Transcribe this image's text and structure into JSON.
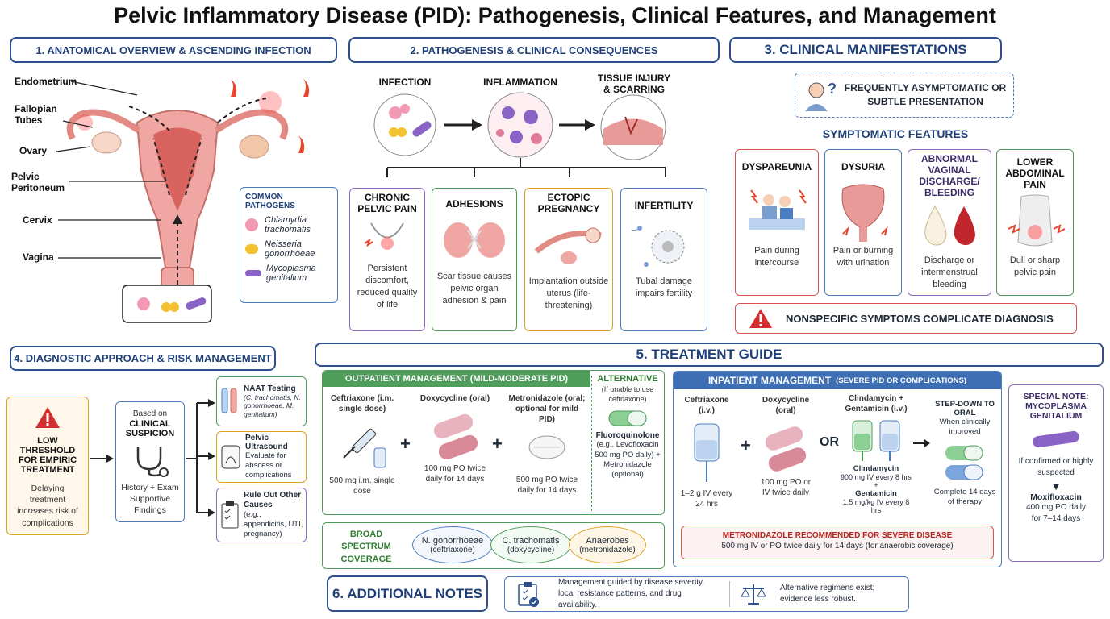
{
  "title": "Pelvic Inflammatory Disease (PID): Pathogenesis, Clinical Features, and Management",
  "s1": {
    "heading": "1. ANATOMICAL OVERVIEW & ASCENDING INFECTION",
    "labels": [
      "Endometrium",
      "Fallopian Tubes",
      "Ovary",
      "Pelvic Peritoneum",
      "Cervix",
      "Vagina"
    ],
    "pathogens_title": "COMMON PATHOGENS",
    "pathogens": [
      "Chlamydia trachomatis",
      "Neisseria gonorrhoeae",
      "Mycoplasma genitalium"
    ]
  },
  "s2": {
    "heading": "2. PATHOGENESIS & CLINICAL CONSEQUENCES",
    "stages": [
      "INFECTION",
      "INFLAMMATION",
      "TISSUE INJURY & SCARRING"
    ],
    "cards": [
      {
        "title": "CHRONIC PELVIC PAIN",
        "text": "Persistent discomfort, reduced quality of life",
        "color": "#8e6bbf"
      },
      {
        "title": "ADHESIONS",
        "text": "Scar tissue causes pelvic organ adhesion & pain",
        "color": "#4f9d5a"
      },
      {
        "title": "ECTOPIC PREGNANCY",
        "text": "Implantation outside uterus (life-threatening)",
        "color": "#e0a020"
      },
      {
        "title": "INFERTILITY",
        "text": "Tubal damage impairs fertility",
        "color": "#4a7cc2"
      }
    ]
  },
  "s3": {
    "heading": "3. CLINICAL MANIFESTATIONS",
    "asym": "FREQUENTLY ASYMPTOMATIC OR SUBTLE PRESENTATION",
    "symptomatic_title": "SYMPTOMATIC FEATURES",
    "cards": [
      {
        "title": "DYSPAREUNIA",
        "text": "Pain during intercourse",
        "color": "#d9534f"
      },
      {
        "title": "DYSURIA",
        "text": "Pain or burning with urination",
        "color": "#4a7cc2"
      },
      {
        "title": "ABNORMAL VAGINAL DISCHARGE/ BLEEDING",
        "text": "Discharge or intermenstrual bleeding",
        "color": "#8e6bbf"
      },
      {
        "title": "LOWER ABDOMINAL PAIN",
        "text": "Dull or sharp pelvic pain",
        "color": "#4f9d5a"
      }
    ],
    "warning": "NONSPECIFIC SYMPTOMS COMPLICATE DIAGNOSIS"
  },
  "s4": {
    "heading": "4. DIAGNOSTIC APPROACH & RISK MANAGEMENT",
    "threshold_title": "LOW THRESHOLD FOR EMPIRIC TREATMENT",
    "threshold_text": "Delaying treatment increases risk of complications",
    "suspicion_pre": "Based on",
    "suspicion_title": "CLINICAL SUSPICION",
    "suspicion_text": "History + Exam Supportive Findings",
    "naat_title": "NAAT Testing",
    "naat_text": "(C. trachomatis, N. gonorrhoeae, M. genitalium)",
    "us_title": "Pelvic Ultrasound",
    "us_text": "Evaluate for abscess or complications",
    "ro_title": "Rule Out Other Causes",
    "ro_text": "(e.g., appendicitis, UTI, pregnancy)"
  },
  "s5": {
    "heading": "5. TREATMENT GUIDE",
    "outpatient_title": "OUTPATIENT MANAGEMENT (MILD-MODERATE PID)",
    "out_drugs": [
      {
        "name": "Ceftriaxone (i.m. single dose)",
        "dose": "500 mg i.m. single dose"
      },
      {
        "name": "Doxycycline (oral)",
        "dose": "100 mg PO twice daily for 14 days"
      },
      {
        "name": "Metronidazole (oral; optional for mild PID)",
        "dose": "500 mg PO twice daily for 14 days"
      }
    ],
    "alt_title": "ALTERNATIVE",
    "alt_sub": "(If unable to use ceftriaxone)",
    "alt_drug": "Fluoroquinolone",
    "alt_text": "(e.g., Levofloxacin 500 mg PO daily) + Metronidazole (optional)",
    "coverage_title": "BROAD SPECTRUM COVERAGE",
    "coverage": [
      {
        "org": "N. gonorrhoeae",
        "drug": "(ceftriaxone)"
      },
      {
        "org": "C. trachomatis",
        "drug": "(doxycycline)"
      },
      {
        "org": "Anaerobes",
        "drug": "(metronidazole)"
      }
    ],
    "inpatient_title": "INPATIENT MANAGEMENT",
    "inpatient_sub": "(SEVERE PID OR COMPLICATIONS)",
    "in_drugs": [
      {
        "name": "Ceftriaxone (i.v.)",
        "dose": "1–2 g IV every 24 hrs"
      },
      {
        "name": "Doxycycline (oral)",
        "dose": "100 mg PO or IV twice daily"
      }
    ],
    "or": "OR",
    "clinda_title": "Clindamycin + Gentamicin (i.v.)",
    "clinda_dose": "Clindamycin",
    "clinda_dose_text": "900 mg IV every 8 hrs",
    "plus": "+",
    "genta_dose": "Gentamicin",
    "genta_dose_text": "1.5 mg/kg IV every 8 hrs",
    "stepdown_title": "STEP-DOWN TO ORAL",
    "stepdown_sub": "When clinically improved",
    "stepdown_text": "Complete 14 days of therapy",
    "metro_title": "METRONIDAZOLE RECOMMENDED FOR SEVERE DISEASE",
    "metro_text": "500 mg IV or PO twice daily for 14 days (for anaerobic coverage)",
    "special_title": "SPECIAL NOTE: MYCOPLASMA GENITALIUM",
    "special_text": "If confirmed or highly suspected",
    "special_drug": "Moxifloxacin",
    "special_dose": "400 mg PO daily for 7–14 days"
  },
  "s6": {
    "heading": "6. ADDITIONAL NOTES",
    "note1": "Management guided by disease severity, local resistance patterns, and drug availability.",
    "note2": "Alternative regimens exist; evidence less robust."
  }
}
